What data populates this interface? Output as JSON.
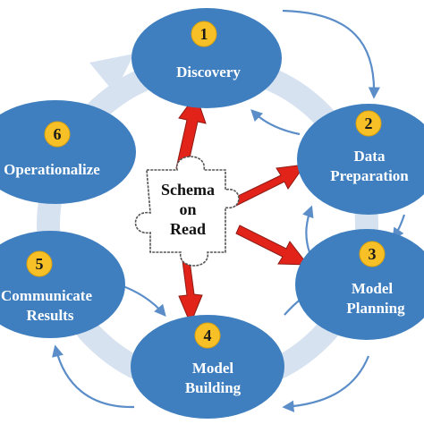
{
  "colors": {
    "phase_fill": "#3F7FBF",
    "badge_fill": "#F6C026",
    "ring": "#D6E2F0",
    "connector": "#5B8DC9",
    "red_arrow": "#E2231A",
    "red_arrow_outline": "#8E1B14"
  },
  "center": {
    "lines": [
      "Schema",
      "on",
      "Read"
    ],
    "icon": "puzzle-piece-icon"
  },
  "phases": [
    {
      "number": "1",
      "lines": [
        "Discovery"
      ]
    },
    {
      "number": "2",
      "lines": [
        "Data",
        "Preparation"
      ]
    },
    {
      "number": "3",
      "lines": [
        "Model",
        "Planning"
      ]
    },
    {
      "number": "4",
      "lines": [
        "Model",
        "Building"
      ]
    },
    {
      "number": "5",
      "lines": [
        "Communicate",
        "Results"
      ]
    },
    {
      "number": "6",
      "lines": [
        "Operationalize"
      ]
    }
  ]
}
